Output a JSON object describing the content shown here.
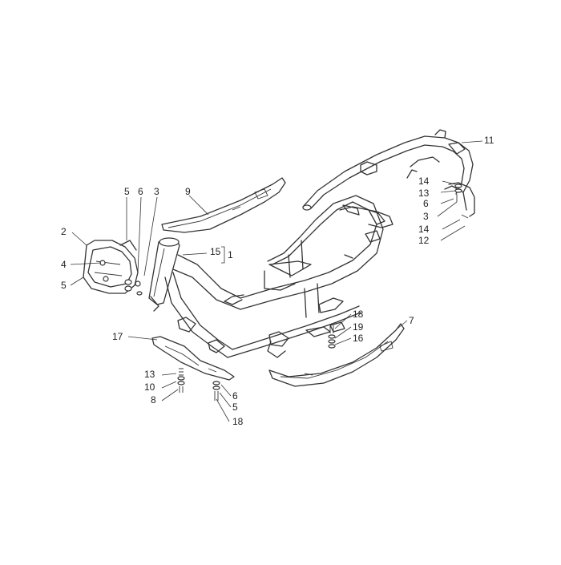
{
  "callouts": {
    "c1": "1",
    "c2": "2",
    "c3a": "3",
    "c3b": "3",
    "c4": "4",
    "c5a": "5",
    "c5b": "5",
    "c5c": "5",
    "c6a": "6",
    "c6b": "6",
    "c6c": "6",
    "c7": "7",
    "c8": "8",
    "c9": "9",
    "c10": "10",
    "c11": "11",
    "c12": "12",
    "c13a": "13",
    "c13b": "13",
    "c14a": "14",
    "c14b": "14",
    "c15": "15",
    "c16": "16",
    "c17": "17",
    "c18a": "18",
    "c18b": "18",
    "c19": "19"
  }
}
